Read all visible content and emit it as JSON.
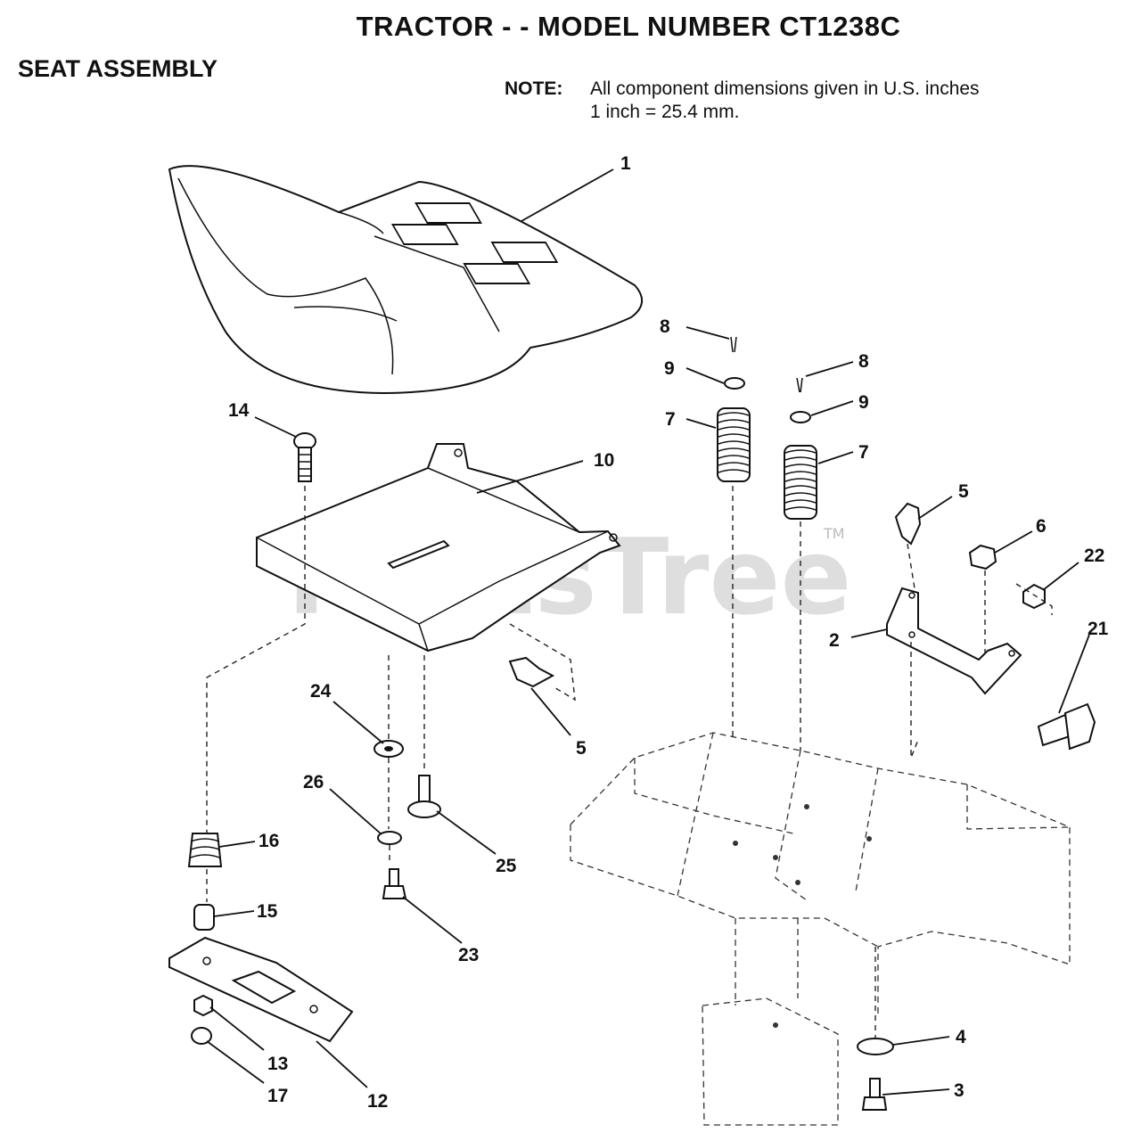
{
  "header": {
    "title": "TRACTOR - - MODEL NUMBER CT1238C",
    "section": "SEAT ASSEMBLY",
    "note_label": "NOTE:",
    "note_line_1": "All component dimensions given in U.S. inches",
    "note_line_2": "1 inch = 25.4 mm."
  },
  "watermark": {
    "text": "PartsTree",
    "tm": "TM"
  },
  "callouts": {
    "c1": "1",
    "c2": "2",
    "c3": "3",
    "c4": "4",
    "c5a": "5",
    "c5b": "5",
    "c6": "6",
    "c7a": "7",
    "c7b": "7",
    "c8a": "8",
    "c8b": "8",
    "c9a": "9",
    "c9b": "9",
    "c10": "10",
    "c12": "12",
    "c13": "13",
    "c14": "14",
    "c15": "15",
    "c16": "16",
    "c17": "17",
    "c21": "21",
    "c22": "22",
    "c23": "23",
    "c24": "24",
    "c25": "25",
    "c26": "26"
  }
}
